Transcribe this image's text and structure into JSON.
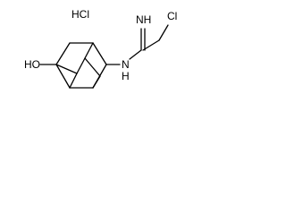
{
  "molecule": {
    "salt_label": "HCl",
    "hydroxyl_label": "HO",
    "imine_label": "NH",
    "amide_nitrogen_label": "N",
    "amide_hydrogen_label": "H",
    "chlorine_label": "Cl"
  },
  "colors": {
    "bond": "#000000",
    "text": "#000000",
    "background": "#ffffff"
  }
}
